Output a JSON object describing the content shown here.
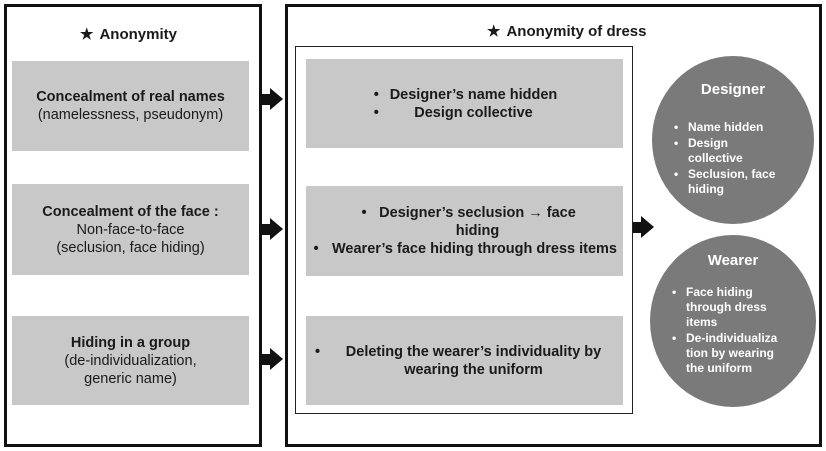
{
  "left": {
    "heading": "Anonymity",
    "star": "★",
    "boxes": [
      {
        "title": "Concealment of real names",
        "subtitle": "(namelessness, pseudonym)"
      },
      {
        "title": "Concealment of the face :",
        "line2": "Non-face-to-face",
        "line3": "(seclusion, face hiding)"
      },
      {
        "title": "Hiding in a group",
        "line2": "(de-individualization,",
        "line3": "generic name)"
      }
    ]
  },
  "right": {
    "heading": "Anonymity of dress",
    "star": "★",
    "boxes": [
      {
        "items": [
          "Designer’s name hidden",
          "Design collective"
        ]
      },
      {
        "items": [
          "Designer’s seclusion → face hiding",
          "Wearer’s face hiding through dress items"
        ]
      },
      {
        "items": [
          "Deleting the wearer’s individuality by wearing the uniform"
        ]
      }
    ]
  },
  "circles": [
    {
      "title": "Designer",
      "items": [
        "Name hidden",
        "Design collective",
        "Seclusion, face hiding"
      ]
    },
    {
      "title": "Wearer",
      "items": [
        "Face hiding through dress items",
        "De-individualization by wearing the uniform"
      ]
    }
  ],
  "colors": {
    "box_gray": "#c8c8c8",
    "circle_gray": "#7a7a7a",
    "border": "#111111"
  }
}
